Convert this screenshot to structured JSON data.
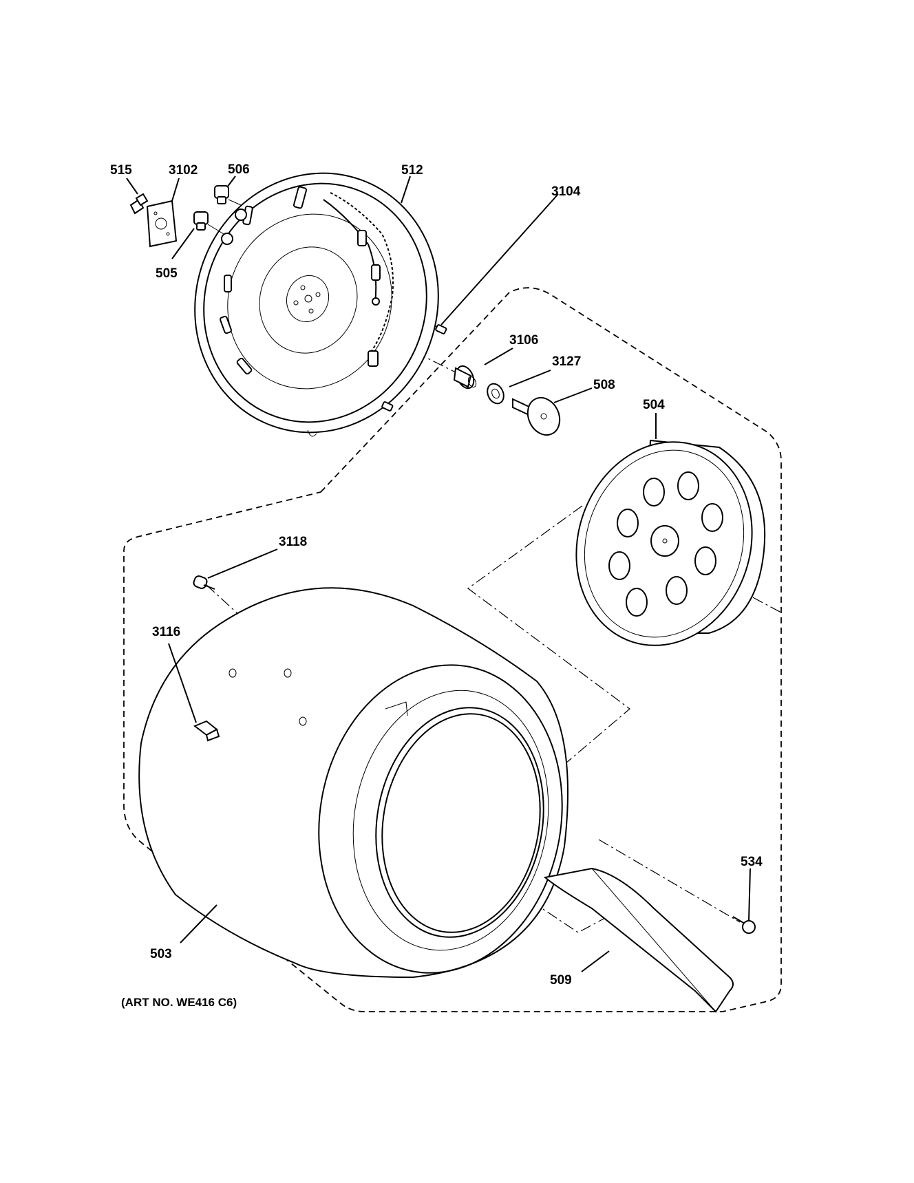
{
  "callouts": {
    "515": "515",
    "3102": "3102",
    "506": "506",
    "512": "512",
    "3104": "3104",
    "505": "505",
    "3106": "3106",
    "3127": "3127",
    "508": "508",
    "504": "504",
    "3118": "3118",
    "3116": "3116",
    "534": "534",
    "503": "503",
    "509": "509"
  },
  "art_number": "(ART NO. WE416 C6)"
}
